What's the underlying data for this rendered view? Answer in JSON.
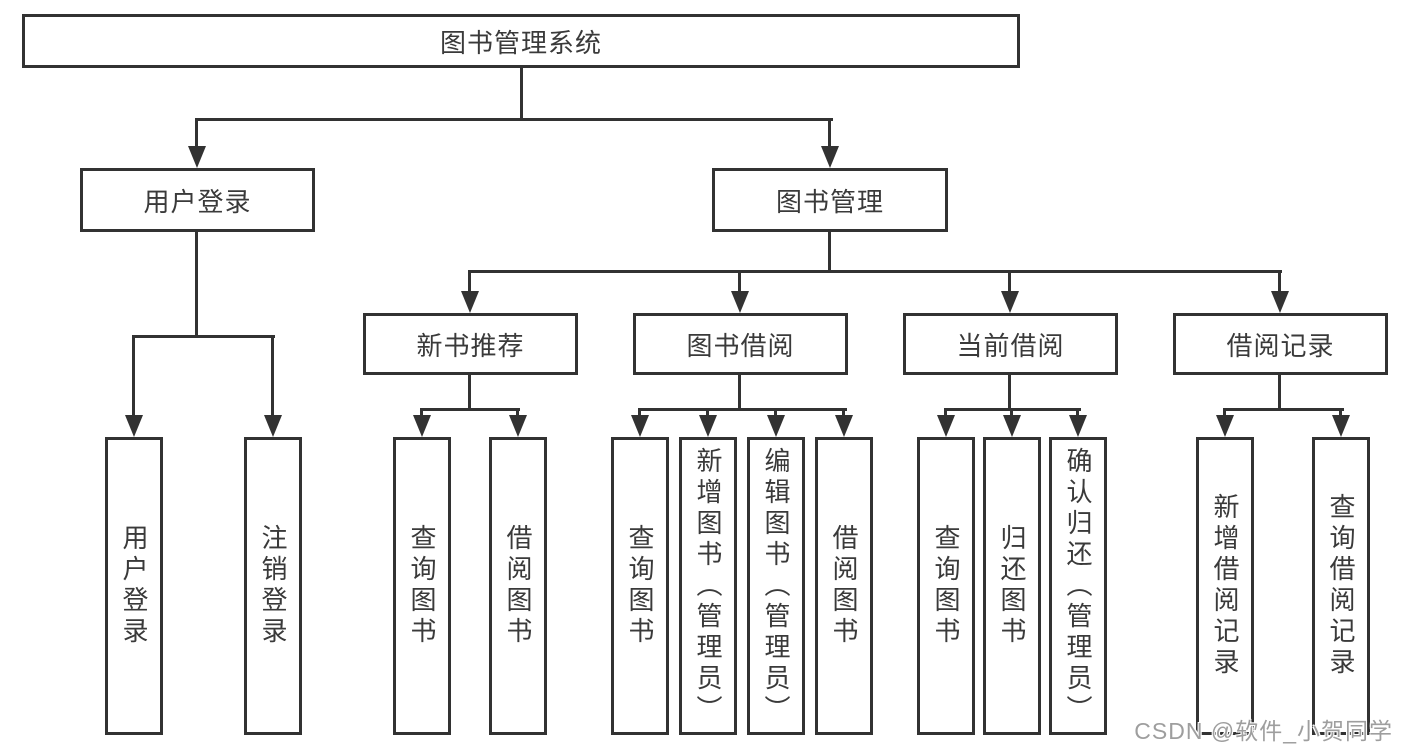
{
  "tree": {
    "label": "图书管理系统",
    "children": [
      {
        "label": "用户登录",
        "children": [
          {
            "label": "用户登录"
          },
          {
            "label": "注销登录"
          }
        ]
      },
      {
        "label": "图书管理",
        "children": [
          {
            "label": "新书推荐",
            "children": [
              {
                "label": "查询图书"
              },
              {
                "label": "借阅图书"
              }
            ]
          },
          {
            "label": "图书借阅",
            "children": [
              {
                "label": "查询图书"
              },
              {
                "label": "新增图书（管理员）"
              },
              {
                "label": "编辑图书（管理员）"
              },
              {
                "label": "借阅图书"
              }
            ]
          },
          {
            "label": "当前借阅",
            "children": [
              {
                "label": "查询图书"
              },
              {
                "label": "归还图书"
              },
              {
                "label": "确认归还（管理员）"
              }
            ]
          },
          {
            "label": "借阅记录",
            "children": [
              {
                "label": "新增借阅记录"
              },
              {
                "label": "查询借阅记录"
              }
            ]
          }
        ]
      }
    ]
  },
  "watermark": {
    "text": "CSDN @软件_小贺同学"
  },
  "colors": {
    "line": "#323232",
    "text": "#3a3a3a",
    "watermark": "#9e9e9e",
    "background": "#ffffff"
  }
}
